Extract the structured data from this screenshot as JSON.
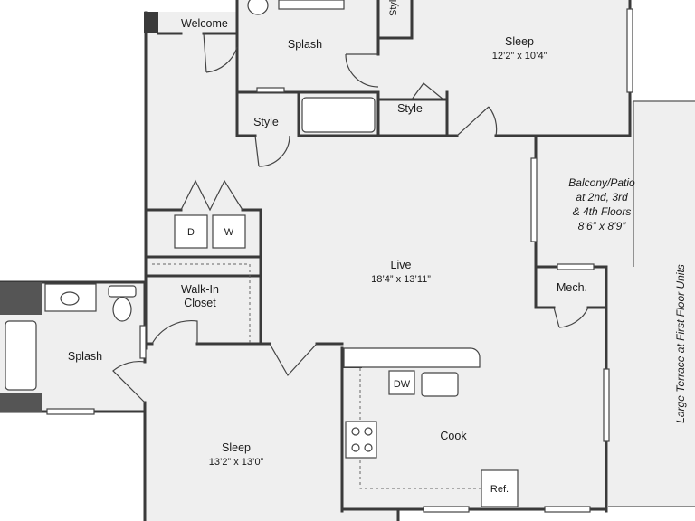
{
  "rooms": {
    "welcome": "Welcome",
    "splash_top": "Splash",
    "sleep_top": {
      "name": "Sleep",
      "dims": "12’2” x 10’4”"
    },
    "style_left": "Style",
    "style_mid": "Style",
    "style_top": "Style",
    "balcony": {
      "line1": "Balcony/Patio",
      "line2": "at 2nd, 3rd",
      "line3": "& 4th Floors",
      "line4": "8’6” x 8’9”"
    },
    "live": {
      "name": "Live",
      "dims": "18’4” x 13’11”"
    },
    "mech": "Mech.",
    "walkin": {
      "line1": "Walk-In",
      "line2": "Closet"
    },
    "splash_left": "Splash",
    "sleep_bottom": {
      "name": "Sleep",
      "dims": "13’2” x 13’0”"
    },
    "cook": "Cook",
    "terrace": "Large Terrace at First Floor Units"
  },
  "appliances": {
    "dryer": "D",
    "washer": "W",
    "dishwasher": "DW",
    "fridge": "Ref."
  },
  "colors": {
    "wall": "#3a3a3a",
    "floor": "#efefef",
    "accent_dark": "#555555"
  }
}
